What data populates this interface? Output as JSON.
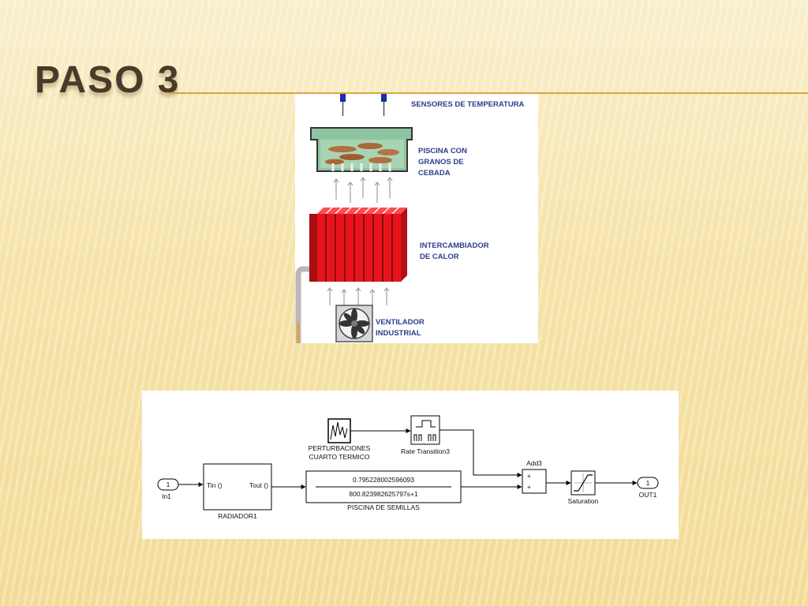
{
  "slide": {
    "title": "PASO 3"
  },
  "photo": {
    "labels": {
      "sensors": "SENSORES DE TEMPERATURA",
      "pool_1": "PISCINA CON",
      "pool_2": "GRANOS DE",
      "pool_3": "CEBADA",
      "exchanger_1": "INTERCAMBIADOR",
      "exchanger_2": "DE CALOR",
      "fan_1": "VENTILADOR",
      "fan_2": "INDUSTRIAL"
    },
    "label_color": "#2c3e8c",
    "exchanger_color": "#e8141c",
    "pool_color": "#8fc4a0"
  },
  "model": {
    "in_port": {
      "number": "1",
      "label": "In1"
    },
    "radiator": {
      "in_port": "Tin ()",
      "out_port": "Tout ()",
      "label": "RADIADOR1"
    },
    "disturbance": {
      "label_1": "PERTURBACIONES",
      "label_2": "CUARTO TERMICO"
    },
    "rate_transition": {
      "label": "Rate Transition3"
    },
    "transfer_fcn": {
      "numerator": "0.795228002596093",
      "denominator": "800.823982625797s+1",
      "label": "PISCINA DE SEMILLAS"
    },
    "sum": {
      "label": "Add3",
      "sign_1": "+",
      "sign_2": "+"
    },
    "saturation": {
      "label": "Saturation"
    },
    "out_port": {
      "number": "1",
      "label": "OUT1"
    }
  }
}
